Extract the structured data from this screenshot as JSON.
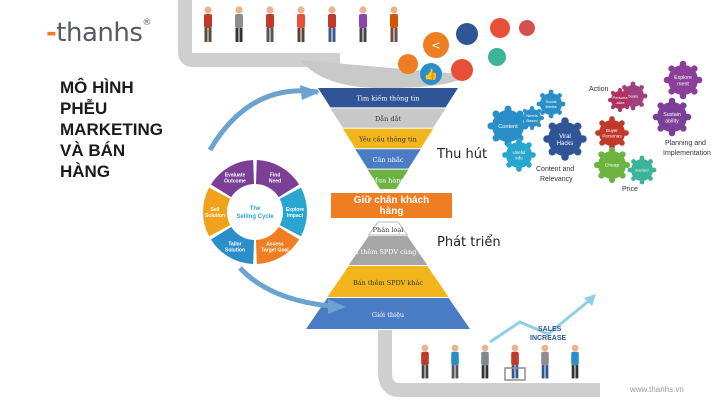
{
  "brand": {
    "logo_text": "thanhs",
    "logo_dash": "-",
    "logo_reg": "®",
    "url": "www.thanhs.vn"
  },
  "title": {
    "line1": "MÔ HÌNH",
    "line2": "PHỄU",
    "line3": "MARKETING",
    "line4": "VÀ BÁN",
    "line5": "HÀNG"
  },
  "labels": {
    "attract": "Thu hút",
    "develop": "Phát triển",
    "retain_line1": "Giữ chân khách",
    "retain_line2": "hàng"
  },
  "funnel_top": [
    {
      "label": "Tìm kiếm thông tin",
      "color": "#2f5596"
    },
    {
      "label": "Dẫn dắt",
      "color": "#c8c8c8"
    },
    {
      "label": "Yêu cầu thông tin",
      "color": "#f2b51c"
    },
    {
      "label": "Cân nhắc",
      "color": "#4a7bc5"
    },
    {
      "label": "Mua hàng",
      "color": "#6cb33f"
    }
  ],
  "funnel_bottom": [
    {
      "label": "Phân loại",
      "color": "#ffffff"
    },
    {
      "label": "Bán thêm SPDV cùng loại",
      "color": "#a6a6a6"
    },
    {
      "label": "Bán thêm SPDV khác",
      "color": "#f2b51c"
    },
    {
      "label": "Giới thiệu",
      "color": "#4a7bc5"
    }
  ],
  "selling_cycle": {
    "center_line1": "The",
    "center_line2": "Selling Cycle",
    "segments": [
      {
        "label_line1": "Find",
        "label_line2": "Need",
        "color": "#7b3f98"
      },
      {
        "label_line1": "Explore",
        "label_line2": "Impact",
        "color": "#29a6cf"
      },
      {
        "label_line1": "Assess",
        "label_line2": "Target Goal",
        "color": "#ef7d22"
      },
      {
        "label_line1": "Tailor",
        "label_line2": "Solution",
        "color": "#2a8fc9"
      },
      {
        "label_line1": "Sell",
        "label_line2": "Solution",
        "color": "#f0a21a"
      },
      {
        "label_line1": "Evaluate",
        "label_line2": "Outcome",
        "color": "#7b3f98"
      }
    ]
  },
  "gears": {
    "items": [
      {
        "label_line1": "Content",
        "label_line2": "",
        "color": "#2a8fc9"
      },
      {
        "label_line1": "Useful",
        "label_line2": "info",
        "color": "#29a6cf"
      },
      {
        "label_line1": "Social",
        "label_line2": "Media",
        "color": "#2a8fc9"
      },
      {
        "label_line1": "Viral",
        "label_line2": "Hacks",
        "color": "#2f5596"
      },
      {
        "label_line1": "Needs",
        "label_line2": "Based",
        "color": "#2a8fc9"
      },
      {
        "label_line1": "Buyer",
        "label_line2": "Personas",
        "color": "#c0392b"
      },
      {
        "label_line1": "Cheap",
        "label_line2": "",
        "color": "#6cb33f"
      },
      {
        "label_line1": "Earned",
        "label_line2": "",
        "color": "#3cb39b"
      },
      {
        "label_line1": "Goals",
        "label_line2": "",
        "color": "#a04080"
      },
      {
        "label_line1": "Persona",
        "label_line2": "-alize",
        "color": "#b03060"
      },
      {
        "label_line1": "Sustain",
        "label_line2": "ability",
        "color": "#7b3f98"
      },
      {
        "label_line1": "Explore",
        "label_line2": "ment",
        "color": "#8b3f98"
      }
    ],
    "caption_content": "Content and",
    "caption_relevancy": "Relevancy",
    "caption_action": "Action",
    "caption_planning": "Planning and",
    "caption_implementation": "Implementation",
    "caption_price": "Price"
  },
  "sales": {
    "label_line1": "SALES",
    "label_line2": "INCREASE"
  }
}
